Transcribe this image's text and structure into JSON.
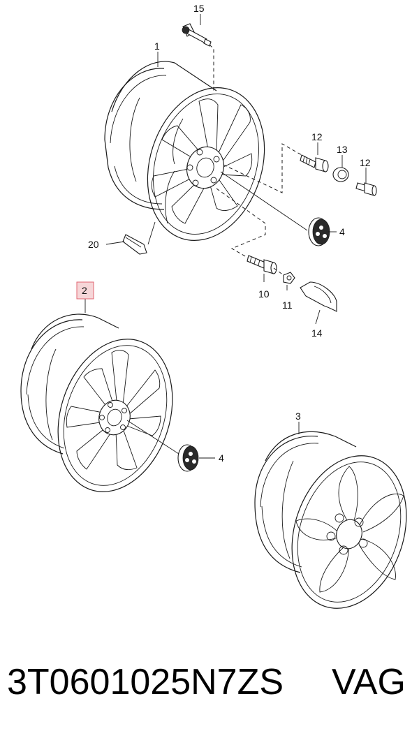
{
  "callouts": {
    "c15": "15",
    "c1": "1",
    "c12a": "12",
    "c13": "13",
    "c12b": "12",
    "c4a": "4",
    "c20": "20",
    "c10": "10",
    "c11": "11",
    "c14": "14",
    "c2": "2",
    "c4b": "4",
    "c3": "3"
  },
  "highlight_color": "#e06470",
  "caption": {
    "part_number": "3T0601025N7ZS",
    "brand": "VAG"
  }
}
